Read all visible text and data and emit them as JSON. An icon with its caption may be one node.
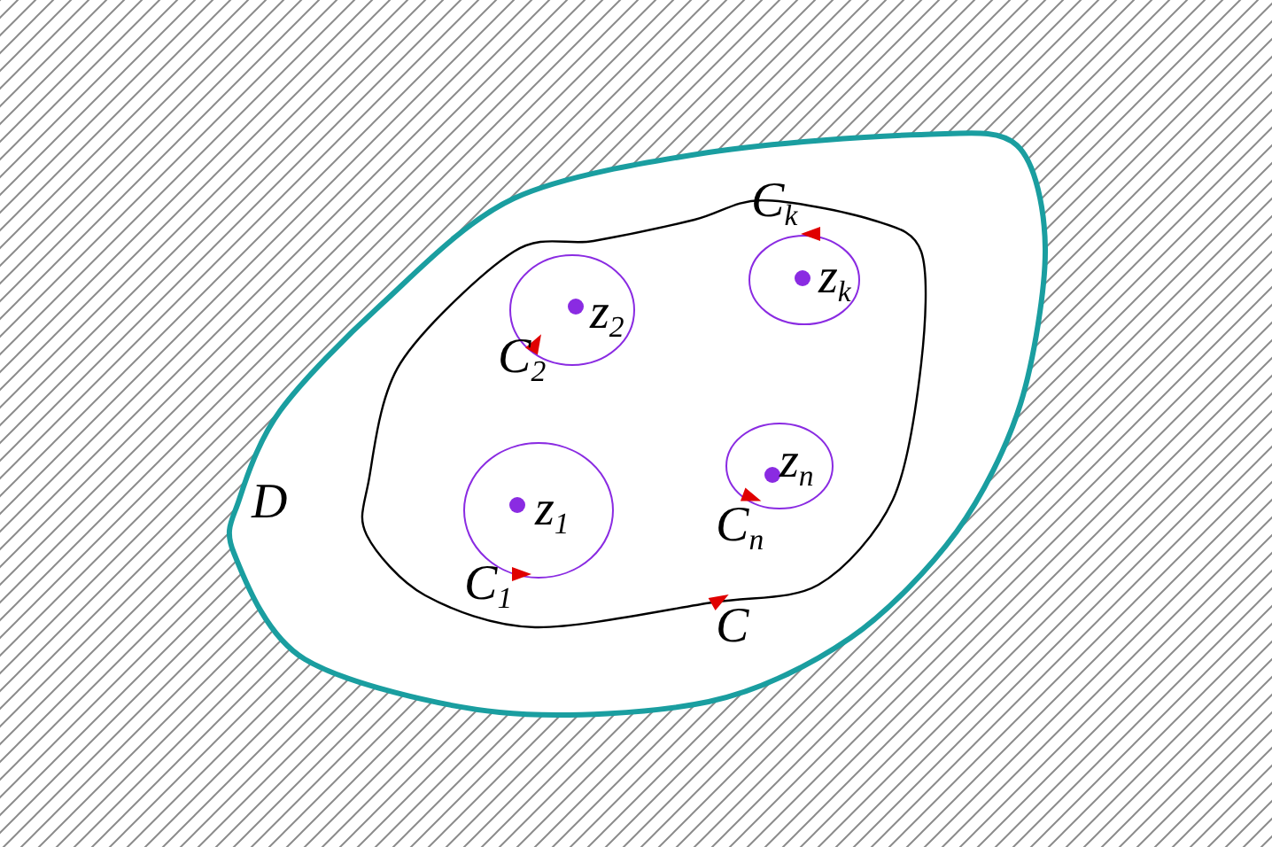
{
  "diagram": {
    "labels": [
      "C$_{k}$",
      "z$_{k}$",
      "z$_{2}$",
      "C$_{2}$",
      "z$_{n}$",
      "D",
      "z$_{1}$",
      "C$_{n}$",
      "C$_{1}$",
      "C"
    ]
  }
}
